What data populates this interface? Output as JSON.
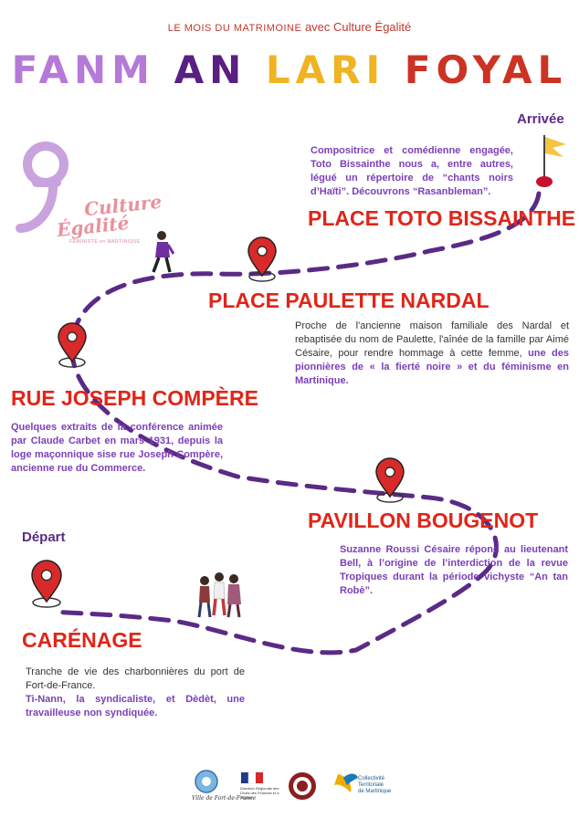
{
  "header": {
    "top_left": "LE MOIS DU MATRIMOINE",
    "top_right": "avec Culture Égalité",
    "title_words": [
      {
        "text": "FANM",
        "color": "#b57ad8"
      },
      {
        "text": "AN",
        "color": "#5a1f82"
      },
      {
        "text": "LARI",
        "color": "#f0b323"
      },
      {
        "text": "FOYAL",
        "color": "#cc3324"
      }
    ]
  },
  "logo": {
    "line1": "Culture",
    "line2": "Égalité",
    "sub": "FÉMINISTE en MARTINIQUE"
  },
  "labels": {
    "arrivee": "Arrivée",
    "depart": "Départ"
  },
  "stops": {
    "toto": {
      "name": "PLACE TOTO BISSAINTHE",
      "desc": "Compositrice et comédienne engagée, Toto Bissainthe nous a, entre autres, légué un répertoire de “chants noirs d’Haïti”. Découvrons “Rasanbleman”."
    },
    "paulette": {
      "name": "PLACE PAULETTE NARDAL",
      "desc_plain": "Proche de l'ancienne maison familiale des Nardal et rebaptisée du nom de Paulette, l'aînée de la famille par Aimé Césaire, pour rendre hommage à cette femme, ",
      "desc_highlight": "une des pionnières de « la fierté noire » et du féminisme en Martinique."
    },
    "joseph": {
      "name": "RUE JOSEPH COMPÈRE",
      "desc": "Quelques extraits de la conférence animée par Claude Carbet en mars 1931, depuis la loge maçonnique sise rue Joseph Compère, ancienne rue du Commerce."
    },
    "bougenot": {
      "name": "PAVILLON BOUGENOT",
      "desc": "Suzanne Roussi Césaire répond au lieutenant Bell, à l’origine de l’interdiction de la revue Tropiques durant la période vichyste “An tan Robè”."
    },
    "carenage": {
      "name": "CARÉNAGE",
      "desc_plain": "Tranche de vie des charbonnières du port de Fort-de-France.",
      "desc_highlight": "Ti-Nann, la syndicaliste, et Dèdèt, une travailleuse non syndiquée."
    }
  },
  "colors": {
    "path": "#5b2a86",
    "pin": "#d82a2a",
    "flag": "#f5c542",
    "place": "#e02518",
    "purple_text": "#7b3fb8"
  },
  "footer": {
    "signature": "Ville de Fort-de-France",
    "ministry": "Direction Régionale des Droits des Femmes et à l'Égalité",
    "ctm_line1": "Collectivité",
    "ctm_line2": "Territoriale",
    "ctm_line3": "de Martinique"
  }
}
